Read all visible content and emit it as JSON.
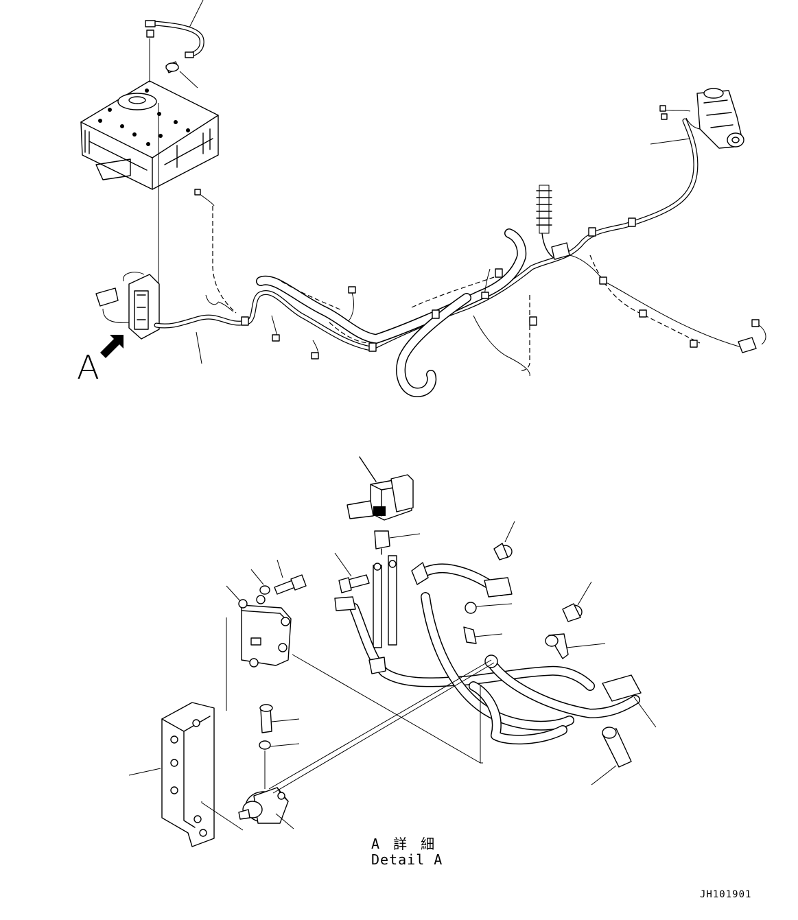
{
  "figure": {
    "view_letter": "A",
    "detail_label_jp": "A 詳 細",
    "detail_label_en": "Detail A",
    "drawing_code": "JH101901"
  },
  "icons": {
    "view_arrow": "view-direction-arrow-icon"
  }
}
